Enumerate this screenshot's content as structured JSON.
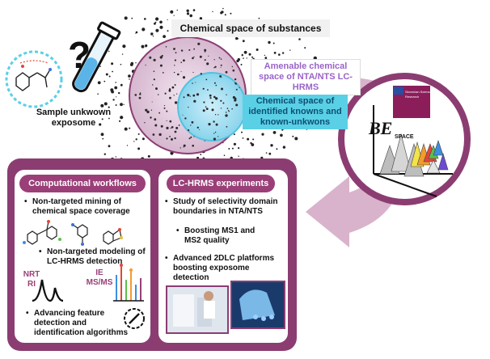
{
  "labels": {
    "chemical_space": "Chemical space of substances",
    "amenable": "Amenable chemical space of NTA/NTS LC-HRMS",
    "identified": "Chemical space of identified knowns and known-unkwons",
    "sample": "Sample unkwown exposome"
  },
  "left_panel": {
    "title": "Computational workflows",
    "bullets": [
      "Non-targeted mining of chemical space coverage",
      "Non-targeted modeling of LC-HRMS detection",
      "Advancing feature detection and identification algorithms"
    ],
    "nrt": "NRT",
    "ri": "RI",
    "ie": "IE",
    "msms": "MS/MS"
  },
  "right_panel": {
    "title": "LC-HRMS experiments",
    "bullets": [
      "Study of selectivity domain boundaries in NTA/NTS",
      "Boosting MS1 and MS2 quality",
      "Advanced 2DLC platforms boosting exposome detection"
    ]
  },
  "logo": {
    "be": "BE",
    "space": "SPACE"
  },
  "colors": {
    "accent": "#8b3d72",
    "tab": "#9a3f78",
    "amenable_text": "#9a63c9",
    "identified_bg": "#5ad0e6"
  }
}
